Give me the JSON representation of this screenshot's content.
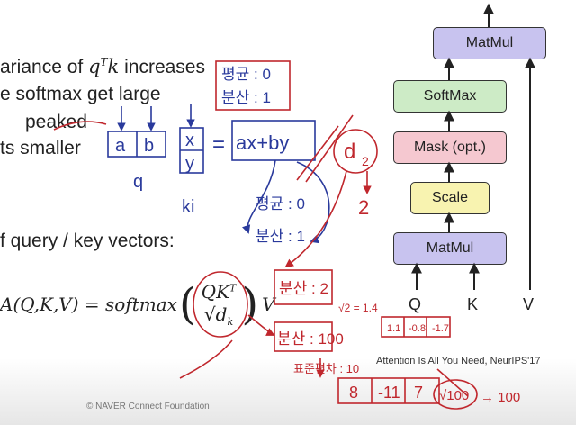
{
  "slide": {
    "line1_pre": "ariance of ",
    "line1_math": "q^T k",
    "line1_post": " increases",
    "line2": "e softmax get large",
    "line3": "peaked",
    "line4": "ts smaller",
    "line5": "f query / key vectors:",
    "formula": "A(Q, K, V) = softmax(QK^T / √d_k) V",
    "formula_lhs": "A(Q,K,V) = softmax",
    "formula_num": "QK",
    "formula_sup": "T",
    "formula_den": "√d",
    "formula_den_sub": "k",
    "formula_v": "V"
  },
  "diagram": {
    "blocks": {
      "matmul_top": "MatMul",
      "softmax": "SoftMax",
      "mask": "Mask (opt.)",
      "scale": "Scale",
      "matmul_bottom": "MatMul"
    },
    "inputs": {
      "q": "Q",
      "k": "K",
      "v": "V"
    },
    "citation": "Attention Is All You Need, NeurIPS'17",
    "colors": {
      "matmul": "#c8c3ef",
      "softmax": "#cdebc6",
      "mask": "#f5c8d0",
      "scale": "#f8f3b0"
    }
  },
  "annotations": {
    "q_cells": [
      "a",
      "b"
    ],
    "q_label": "q",
    "k_cells": [
      "x",
      "y"
    ],
    "k_label": "ki",
    "equals": "=",
    "dot_product": "ax+by",
    "mean_zero_top": "평균 : 0",
    "variance_one_top": "분산 : 1",
    "mean_zero_mid": "평균 : 0",
    "variance_one_mid": "분산 : 1",
    "d_label": "d",
    "d_sub": "2",
    "two": "2",
    "variance_two": "분산 : 2",
    "sqrt_two": "√2 = 1.4",
    "small_values": [
      "1.1",
      "-0.8",
      "-1.7"
    ],
    "variance_hundred": "분산 : 100",
    "std_ten": "표준편차 : 10",
    "large_values": [
      "8",
      "-11",
      "7"
    ],
    "sqrt_hundred": "√100",
    "arrow_hundred": "→ 100"
  },
  "footer": {
    "copyright": "© NAVER Connect Foundation"
  }
}
